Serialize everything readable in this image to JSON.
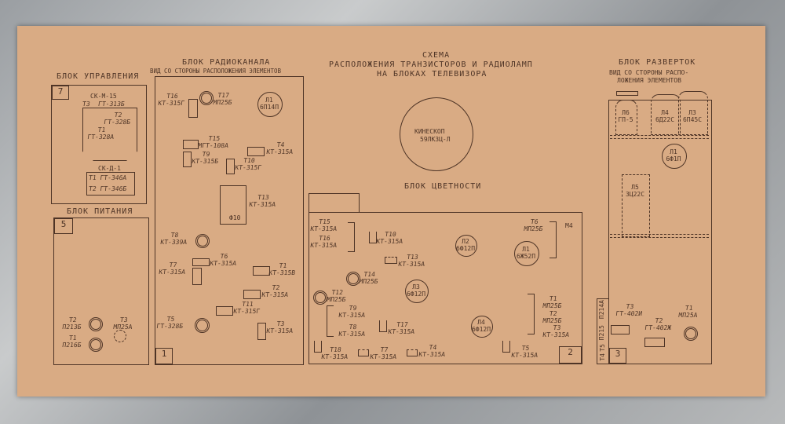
{
  "title": {
    "line1": "СХЕМА",
    "line2": "РАСПОЛОЖЕНИЯ  ТРАНЗИСТОРОВ  И  РАДИОЛАМП",
    "line3": "НА  БЛОКАХ  ТЕЛЕВИЗОРА"
  },
  "kinescope": {
    "line1": "КИНЕСКОП",
    "line2": "59ЛК3Ц-Л"
  },
  "block7": {
    "title": "БЛОК УПРАВЛЕНИЯ",
    "number": "7",
    "sk_m": "СК-М-15",
    "sk_d": "СК-Д-1",
    "items": [
      {
        "ref": "Т3",
        "type": "ГТ-313Б"
      },
      {
        "ref": "Т2",
        "type": "ГТ-328Б"
      },
      {
        "ref": "Т1",
        "type": "ГТ-328А"
      },
      {
        "ref": "Т1",
        "type": "ГТ-346А"
      },
      {
        "ref": "Т2",
        "type": "ГТ-346Б"
      }
    ]
  },
  "block5": {
    "title": "БЛОК ПИТАНИЯ",
    "number": "5",
    "items": [
      {
        "ref": "Т2",
        "type": "П213Б"
      },
      {
        "ref": "Т1",
        "type": "П216Б"
      },
      {
        "ref": "Т3",
        "type": "МП25А"
      }
    ]
  },
  "block1": {
    "title": "БЛОК РАДИОКАНАЛА",
    "subtitle": "ВИД СО СТОРОНЫ РАСПОЛОЖЕНИЯ ЭЛЕМЕНТОВ",
    "number": "1",
    "f10": "Ф10",
    "lamp": {
      "ref": "Л1",
      "type": "6П14П"
    },
    "items": [
      {
        "ref": "Т16",
        "type": "КТ-315Г"
      },
      {
        "ref": "Т17",
        "type": "МП25Б"
      },
      {
        "ref": "Т15",
        "type": "МГТ-108А"
      },
      {
        "ref": "Т9",
        "type": "КТ-315Б"
      },
      {
        "ref": "Т4",
        "type": "КТ-315А"
      },
      {
        "ref": "Т10",
        "type": "КТ-315Г"
      },
      {
        "ref": "Т13",
        "type": "КТ-315А"
      },
      {
        "ref": "Т8",
        "type": "КТ-339А"
      },
      {
        "ref": "Т6",
        "type": "КТ-315А"
      },
      {
        "ref": "Т7",
        "type": "КТ-315А"
      },
      {
        "ref": "Т1",
        "type": "КТ-315В"
      },
      {
        "ref": "Т2",
        "type": "КТ-315А"
      },
      {
        "ref": "Т11",
        "type": "КТ-315Г"
      },
      {
        "ref": "Т5",
        "type": "ГТ-328Б"
      },
      {
        "ref": "Т3",
        "type": "КТ-315А"
      }
    ]
  },
  "block2": {
    "title": "БЛОК ЦВЕТНОСТИ",
    "number": "2",
    "m4": "М4",
    "lamps": [
      {
        "ref": "Л2",
        "type": "6Ф12П"
      },
      {
        "ref": "Л1",
        "type": "6Ж52П"
      },
      {
        "ref": "Л3",
        "type": "6Ф12П"
      },
      {
        "ref": "Л4",
        "type": "6Ф12П"
      }
    ],
    "items": [
      {
        "ref": "Т15",
        "type": "КТ-315А"
      },
      {
        "ref": "Т16",
        "type": "КТ-315А"
      },
      {
        "ref": "Т10",
        "type": "КТ-315А"
      },
      {
        "ref": "Т13",
        "type": "КТ-315А"
      },
      {
        "ref": "Т6",
        "type": "МП25Б"
      },
      {
        "ref": "Т14",
        "type": "МП25Б"
      },
      {
        "ref": "Т12",
        "type": "МП25Б"
      },
      {
        "ref": "Т9",
        "type": "КТ-315А"
      },
      {
        "ref": "Т8",
        "type": "КТ-315А"
      },
      {
        "ref": "Т17",
        "type": "КТ-315А"
      },
      {
        "ref": "Т1",
        "type": "МП25Б"
      },
      {
        "ref": "Т2",
        "type": "МП25Б"
      },
      {
        "ref": "Т3",
        "type": "КТ-315А"
      },
      {
        "ref": "Т18",
        "type": "КТ-315А"
      },
      {
        "ref": "Т7",
        "type": "КТ-315А"
      },
      {
        "ref": "Т4",
        "type": "КТ-315А"
      },
      {
        "ref": "Т5",
        "type": "КТ-315А"
      }
    ]
  },
  "block3": {
    "title": "БЛОК РАЗВЕРТОК",
    "subtitle1": "ВИД СО СТОРОНЫ РАСПО-",
    "subtitle2": "ЛОЖЕНИЯ ЭЛЕМЕНТОВ",
    "number": "3",
    "lamps": [
      {
        "ref": "Л6",
        "type": "ГП-5"
      },
      {
        "ref": "Л4",
        "type": "6Д22С"
      },
      {
        "ref": "Л3",
        "type": "6П45С"
      },
      {
        "ref": "Л1",
        "type": "6Ф1П"
      },
      {
        "ref": "Л5",
        "type": "3Ц22С"
      }
    ],
    "items": [
      {
        "ref": "Т3",
        "type": "ГТ-402И"
      },
      {
        "ref": "Т2",
        "type": "ГТ-402Ж"
      },
      {
        "ref": "Т1",
        "type": "МП25А"
      }
    ],
    "side": [
      "П214А",
      "П215",
      "Т5",
      "Т4"
    ]
  }
}
